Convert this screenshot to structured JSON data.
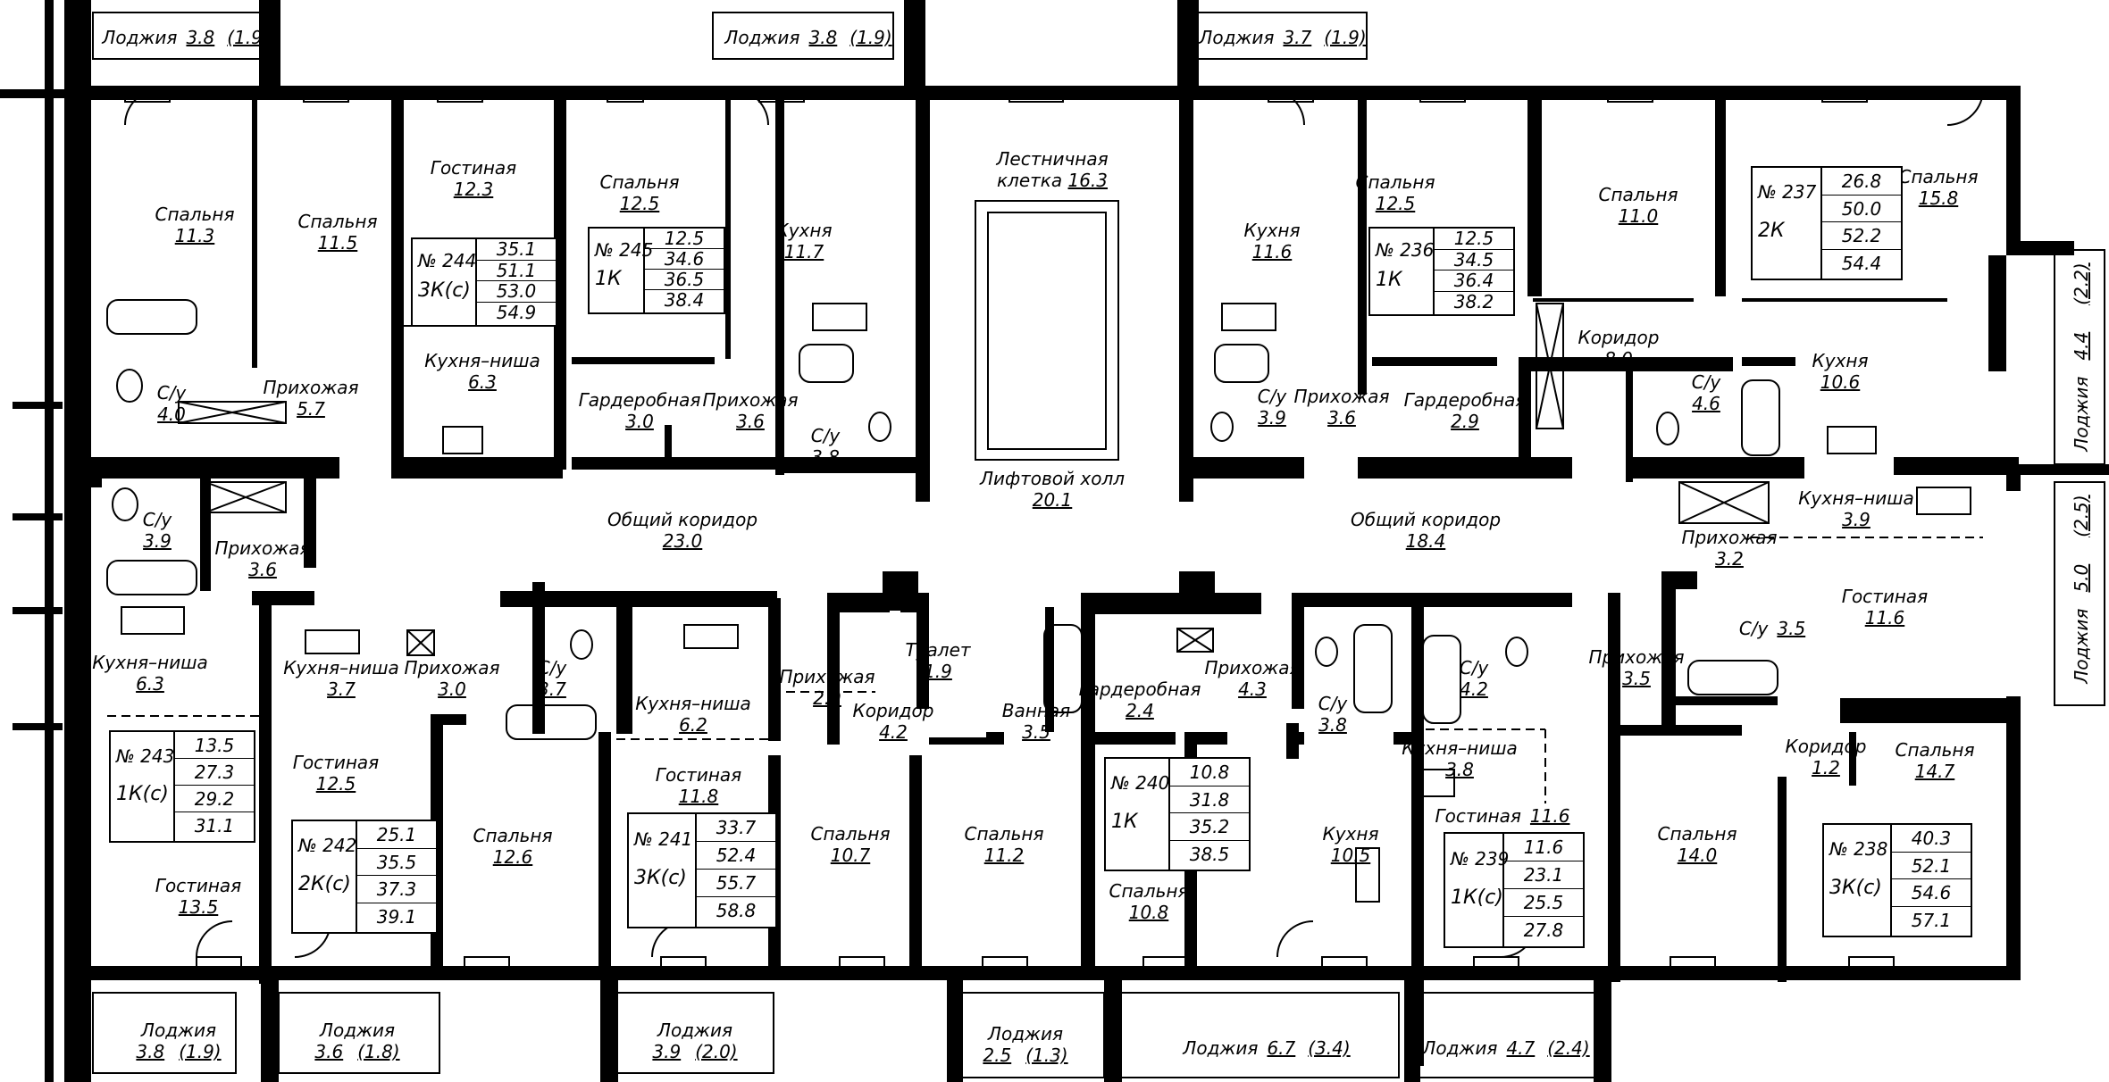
{
  "rooms": [
    {
      "id": "loggia-tl1",
      "name": "Лоджия",
      "area": "3.8",
      "extra": "(1.9)",
      "layout": "inline"
    },
    {
      "id": "loggia-t2",
      "name": "Лоджия",
      "area": "3.8",
      "extra": "(1.9)",
      "layout": "inline"
    },
    {
      "id": "loggia-t3",
      "name": "Лоджия",
      "area": "3.7",
      "extra": "(1.9)",
      "layout": "inline"
    },
    {
      "id": "a244-bed1",
      "name": "Спальня",
      "area": "11.3"
    },
    {
      "id": "a244-bed2",
      "name": "Спальня",
      "area": "11.5"
    },
    {
      "id": "a244-living",
      "name": "Гостиная",
      "area": "12.3"
    },
    {
      "id": "a244-kitchen",
      "name": "Кухня–ниша",
      "area": "6.3"
    },
    {
      "id": "a244-hall",
      "name": "Прихожая",
      "area": "5.7"
    },
    {
      "id": "a244-bath",
      "name": "С/у",
      "area": "4.0"
    },
    {
      "id": "a245-bed",
      "name": "Спальня",
      "area": "12.5"
    },
    {
      "id": "a245-wardrobe",
      "name": "Гардеробная",
      "area": "3.0"
    },
    {
      "id": "a245-hall",
      "name": "Прихожая",
      "area": "3.6"
    },
    {
      "id": "a245-kitchen",
      "name": "Кухня",
      "area": "11.7"
    },
    {
      "id": "a245-bath",
      "name": "С/у",
      "area": "3.8"
    },
    {
      "id": "stair",
      "name": "Лестничная клетка",
      "area": "16.3",
      "layout": "stair"
    },
    {
      "id": "lift-hall",
      "name": "Лифтовой холл",
      "area": "20.1"
    },
    {
      "id": "corridor-w",
      "name": "Общий коридор",
      "area": "23.0"
    },
    {
      "id": "corridor-e",
      "name": "Общий коридор",
      "area": "18.4"
    },
    {
      "id": "a236-kitchen",
      "name": "Кухня",
      "area": "11.6"
    },
    {
      "id": "a236-bed",
      "name": "Спальня",
      "area": "12.5"
    },
    {
      "id": "a236-bath",
      "name": "С/у",
      "area": "3.9"
    },
    {
      "id": "a236-hall",
      "name": "Прихожая",
      "area": "3.6"
    },
    {
      "id": "a236-wardrobe",
      "name": "Гардеробная",
      "area": "2.9"
    },
    {
      "id": "a237-bed1",
      "name": "Спальня",
      "area": "11.0"
    },
    {
      "id": "a237-bed2",
      "name": "Спальня",
      "area": "15.8"
    },
    {
      "id": "a237-corr",
      "name": "Коридор",
      "area": "8.0"
    },
    {
      "id": "a237-bath",
      "name": "С/у",
      "area": "4.6"
    },
    {
      "id": "a237-kitchen",
      "name": "Кухня",
      "area": "10.6"
    },
    {
      "id": "a243-bath",
      "name": "С/у",
      "area": "3.9"
    },
    {
      "id": "a243-hall",
      "name": "Прихожая",
      "area": "3.6"
    },
    {
      "id": "a243-kitchen",
      "name": "Кухня–ниша",
      "area": "6.3"
    },
    {
      "id": "a243-living",
      "name": "Гостиная",
      "area": "13.5"
    },
    {
      "id": "a242-kitchen",
      "name": "Кухня–ниша",
      "area": "3.7"
    },
    {
      "id": "a242-hall",
      "name": "Прихожая",
      "area": "3.0"
    },
    {
      "id": "a242-bath",
      "name": "С/у",
      "area": "3.7"
    },
    {
      "id": "a242-living",
      "name": "Гостиная",
      "area": "12.5"
    },
    {
      "id": "a242-bed",
      "name": "Спальня",
      "area": "12.6"
    },
    {
      "id": "a241-kitchen",
      "name": "Кухня–ниша",
      "area": "6.2"
    },
    {
      "id": "a241-living",
      "name": "Гостиная",
      "area": "11.8"
    },
    {
      "id": "a241-hall",
      "name": "Прихожая",
      "area": "2.9"
    },
    {
      "id": "a241-wc",
      "name": "Туалет",
      "area": "1.9"
    },
    {
      "id": "a241-corr",
      "name": "Коридор",
      "area": "4.2"
    },
    {
      "id": "a241-bathroom",
      "name": "Ванная",
      "area": "3.5"
    },
    {
      "id": "a241-bed1",
      "name": "Спальня",
      "area": "10.7"
    },
    {
      "id": "a241-bed2",
      "name": "Спальня",
      "area": "11.2"
    },
    {
      "id": "a240-wardrobe",
      "name": "Гардеробная",
      "area": "2.4"
    },
    {
      "id": "a240-hall",
      "name": "Прихожая",
      "area": "4.3"
    },
    {
      "id": "a240-bed",
      "name": "Спальня",
      "area": "10.8"
    },
    {
      "id": "a240-bath",
      "name": "С/у",
      "area": "3.8"
    },
    {
      "id": "a240-kitchen",
      "name": "Кухня",
      "area": "10.5"
    },
    {
      "id": "a239-bath",
      "name": "С/у",
      "area": "4.2"
    },
    {
      "id": "a239-hall",
      "name": "Прихожая",
      "area": "3.5"
    },
    {
      "id": "a239-kitchen",
      "name": "Кухня–ниша",
      "area": "3.8"
    },
    {
      "id": "a239-living",
      "name": "Гостиная",
      "area": "11.6",
      "layout": "inline"
    },
    {
      "id": "a238-kitchen",
      "name": "Кухня–ниша",
      "area": "3.9"
    },
    {
      "id": "a238-hall",
      "name": "Прихожая",
      "area": "3.2"
    },
    {
      "id": "a238-living",
      "name": "Гостиная",
      "area": "11.6"
    },
    {
      "id": "a238-bath",
      "name": "С/у",
      "area": "3.5",
      "layout": "inline"
    },
    {
      "id": "a238-corr",
      "name": "Коридор",
      "area": "1.2"
    },
    {
      "id": "a238-bed1",
      "name": "Спальня",
      "area": "14.0"
    },
    {
      "id": "a238-bed2",
      "name": "Спальня",
      "area": "14.7"
    },
    {
      "id": "loggia-b1",
      "name": "Лоджия",
      "area": "3.8",
      "extra": "(1.9)",
      "layout": "bottom"
    },
    {
      "id": "loggia-b2",
      "name": "Лоджия",
      "area": "3.6",
      "extra": "(1.8)",
      "layout": "bottom"
    },
    {
      "id": "loggia-b3",
      "name": "Лоджия",
      "area": "3.9",
      "extra": "(2.0)",
      "layout": "bottom"
    },
    {
      "id": "loggia-b4",
      "name": "Лоджия",
      "area": "2.5",
      "extra": "(1.3)",
      "layout": "bottom"
    },
    {
      "id": "loggia-b5",
      "name": "Лоджия",
      "area": "6.7",
      "extra": "(3.4)",
      "layout": "inline"
    },
    {
      "id": "loggia-b6",
      "name": "Лоджия",
      "area": "4.7",
      "extra": "(2.4)",
      "layout": "inline"
    }
  ],
  "side_loggias": [
    {
      "id": "loggia-r1",
      "name": "Лоджия",
      "area": "4.4",
      "extra": "(2.2)"
    },
    {
      "id": "loggia-r2",
      "name": "Лоджия",
      "area": "5.0",
      "extra": "(2.5)"
    }
  ],
  "apartments": [
    {
      "id": "a244",
      "num": "№ 244",
      "type": "3К(с)",
      "areas": [
        "35.1",
        "51.1",
        "53.0",
        "54.9"
      ]
    },
    {
      "id": "a245",
      "num": "№ 245",
      "type": "1К",
      "areas": [
        "12.5",
        "34.6",
        "36.5",
        "38.4"
      ]
    },
    {
      "id": "a236",
      "num": "№ 236",
      "type": "1К",
      "areas": [
        "12.5",
        "34.5",
        "36.4",
        "38.2"
      ]
    },
    {
      "id": "a237",
      "num": "№ 237",
      "type": "2К",
      "areas": [
        "26.8",
        "50.0",
        "52.2",
        "54.4"
      ]
    },
    {
      "id": "a243",
      "num": "№ 243",
      "type": "1К(с)",
      "areas": [
        "13.5",
        "27.3",
        "29.2",
        "31.1"
      ]
    },
    {
      "id": "a242",
      "num": "№ 242",
      "type": "2К(с)",
      "areas": [
        "25.1",
        "35.5",
        "37.3",
        "39.1"
      ]
    },
    {
      "id": "a241",
      "num": "№ 241",
      "type": "3К(с)",
      "areas": [
        "33.7",
        "52.4",
        "55.7",
        "58.8"
      ]
    },
    {
      "id": "a240",
      "num": "№ 240",
      "type": "1К",
      "areas": [
        "10.8",
        "31.8",
        "35.2",
        "38.5"
      ]
    },
    {
      "id": "a239",
      "num": "№ 239",
      "type": "1К(с)",
      "areas": [
        "11.6",
        "23.1",
        "25.5",
        "27.8"
      ]
    },
    {
      "id": "a238",
      "num": "№ 238",
      "type": "3К(с)",
      "areas": [
        "40.3",
        "52.1",
        "54.6",
        "57.1"
      ]
    }
  ]
}
